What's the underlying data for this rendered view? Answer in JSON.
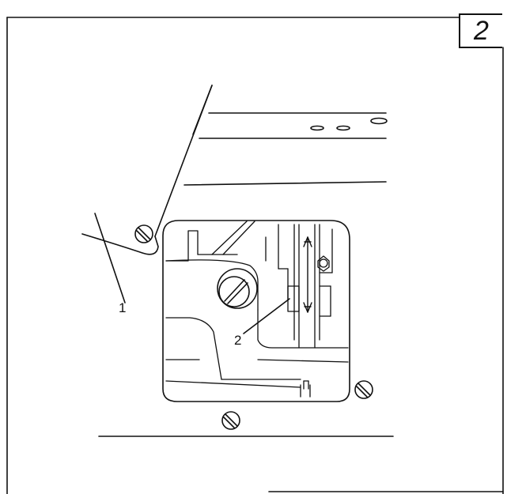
{
  "figure": {
    "step_number": "2",
    "callouts": [
      {
        "id": "1",
        "label": "1"
      },
      {
        "id": "2",
        "label": "2"
      }
    ],
    "line_color": "#111111",
    "background_color": "#ffffff"
  }
}
